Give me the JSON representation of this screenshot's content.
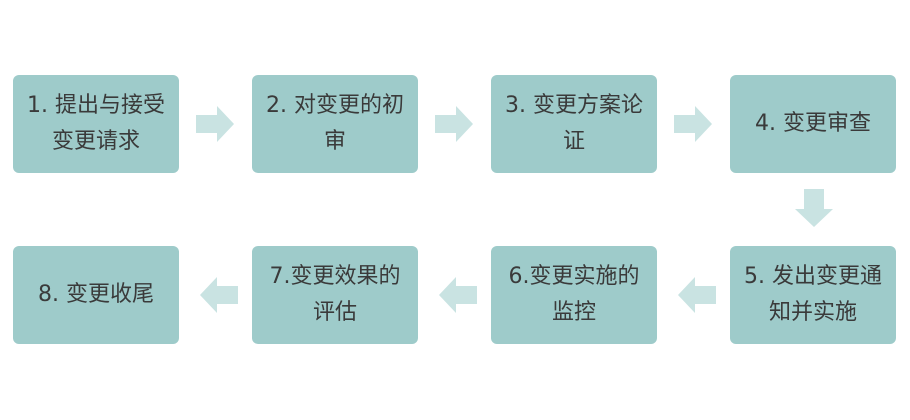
{
  "colors": {
    "box": "#9ecbca",
    "arrow": "#c9e3e2",
    "text": "#3a3a3a"
  },
  "steps": [
    {
      "line1": "1. 提出与接受",
      "line2": "变更请求"
    },
    {
      "line1": "2. 对变更的初",
      "line2": "审"
    },
    {
      "line1": "3. 变更方案论",
      "line2": "证"
    },
    {
      "line1": "4. 变更审查",
      "line2": ""
    },
    {
      "line1": "5. 发出变更通",
      "line2": "知并实施"
    },
    {
      "line1": "6.变更实施的",
      "line2": "监控"
    },
    {
      "line1": "7.变更效果的",
      "line2": "评估"
    },
    {
      "line1": "8. 变更收尾",
      "line2": ""
    }
  ],
  "arrows": [
    {
      "direction": "right",
      "icon": "arrow-right-icon"
    },
    {
      "direction": "right",
      "icon": "arrow-right-icon"
    },
    {
      "direction": "right",
      "icon": "arrow-right-icon"
    },
    {
      "direction": "down",
      "icon": "arrow-down-icon"
    },
    {
      "direction": "left",
      "icon": "arrow-left-icon"
    },
    {
      "direction": "left",
      "icon": "arrow-left-icon"
    },
    {
      "direction": "left",
      "icon": "arrow-left-icon"
    }
  ]
}
